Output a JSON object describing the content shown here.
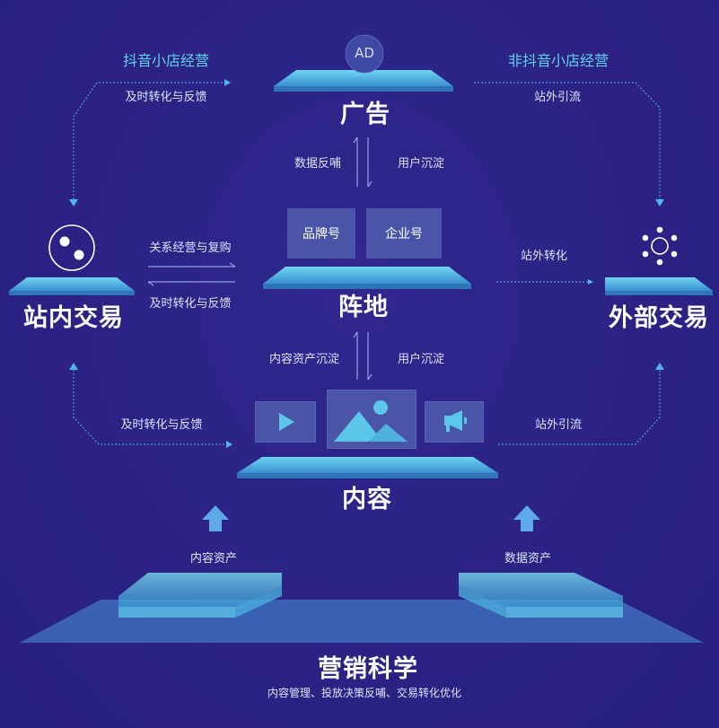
{
  "nodes": {
    "ad": {
      "title": "广告",
      "badge": "AD"
    },
    "position": {
      "title": "阵地",
      "accounts": [
        "品牌号",
        "企业号"
      ]
    },
    "internal": {
      "title": "站内交易"
    },
    "external": {
      "title": "外部交易"
    },
    "content": {
      "title": "内容"
    },
    "science": {
      "title": "营销科学",
      "subtitle": "内容管理、投放决策反哺、交易转化优化"
    }
  },
  "labels": {
    "douyin_store": "抖音小店经营",
    "non_douyin_store": "非抖音小店经营",
    "instant_feedback_top": "及时转化与反馈",
    "offsite_traffic_top": "站外引流",
    "data_feedback": "数据反哺",
    "user_accumulation_top": "用户沉淀",
    "relationship_repurchase": "关系经营与复购",
    "instant_feedback_mid": "及时转化与反馈",
    "offsite_conversion": "站外转化",
    "content_asset_accumulation": "内容资产沉淀",
    "user_accumulation_bottom": "用户沉淀",
    "instant_feedback_bottom": "及时转化与反馈",
    "offsite_traffic_bottom": "站外引流",
    "content_assets": "内容资产",
    "data_assets": "数据资产"
  },
  "colors": {
    "background": "#2b2283",
    "accent": "#5fd3ee",
    "platform": "#5cc3e8",
    "box": "#4a55a8"
  },
  "icons": [
    "ad-badge-icon",
    "dots-icon",
    "sun-icon",
    "play-icon",
    "image-icon",
    "megaphone-icon",
    "up-arrow-icon"
  ]
}
